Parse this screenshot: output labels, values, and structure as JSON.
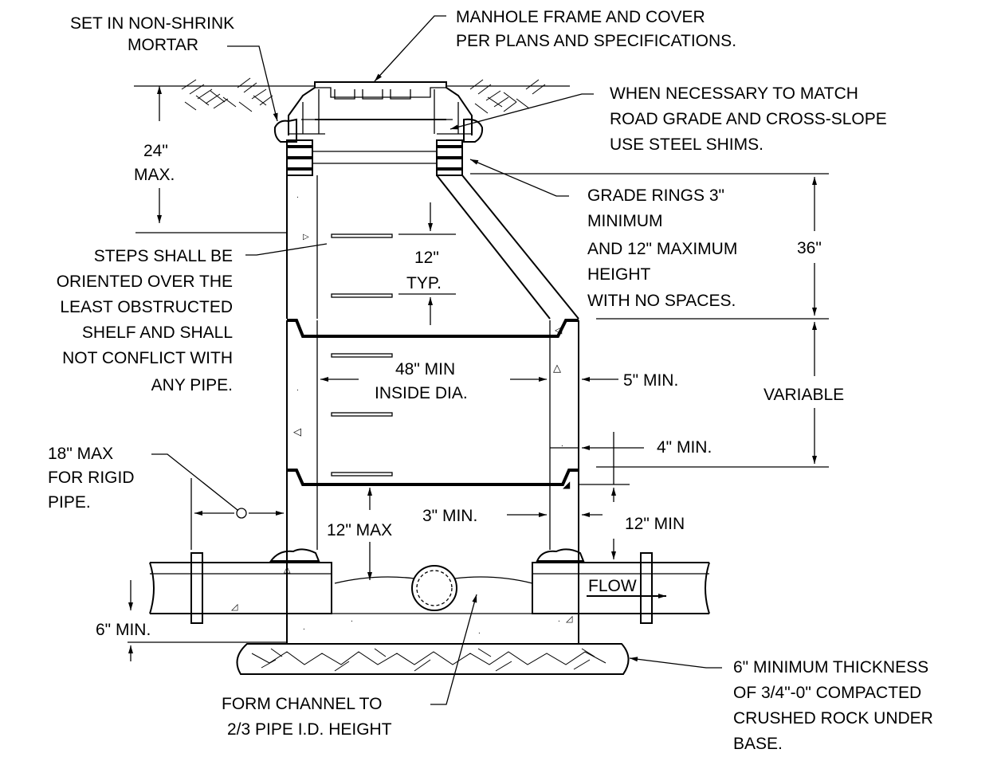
{
  "labels": {
    "set_in_mortar": [
      "SET IN NON-SHRINK",
      "MORTAR"
    ],
    "frame_cover": [
      "MANHOLE FRAME AND COVER",
      "PER PLANS AND SPECIFICATIONS."
    ],
    "steel_shims": [
      "WHEN NECESSARY TO MATCH",
      "ROAD GRADE AND CROSS-SLOPE",
      "USE STEEL SHIMS."
    ],
    "max_24": [
      "24\"",
      "MAX."
    ],
    "grade_rings": [
      "GRADE RINGS 3\"",
      "MINIMUM",
      "AND 12\" MAXIMUM",
      "HEIGHT",
      "WITH NO SPACES."
    ],
    "dim_36": "36\"",
    "steps_note": [
      "STEPS SHALL BE",
      "ORIENTED OVER THE",
      "LEAST OBSTRUCTED",
      "SHELF AND SHALL",
      "NOT CONFLICT WITH",
      "ANY PIPE."
    ],
    "step_spacing": [
      "12\"",
      "TYP."
    ],
    "inside_dia": [
      "48\" MIN",
      "INSIDE DIA."
    ],
    "wall_min": "5\" MIN.",
    "variable": "VARIABLE",
    "min_4": "4\" MIN.",
    "rigid_pipe": [
      "18\" MAX",
      "FOR RIGID",
      "PIPE."
    ],
    "min_3": "3\" MIN.",
    "max_12": "12\" MAX",
    "min_12": "12\" MIN",
    "flow": "FLOW",
    "min_6": "6\" MIN.",
    "channel": [
      "FORM CHANNEL TO",
      "2/3 PIPE I.D. HEIGHT"
    ],
    "rock": [
      "6\" MINIMUM THICKNESS",
      "OF 3/4\"-0\" COMPACTED",
      "CRUSHED ROCK UNDER",
      "BASE."
    ]
  }
}
